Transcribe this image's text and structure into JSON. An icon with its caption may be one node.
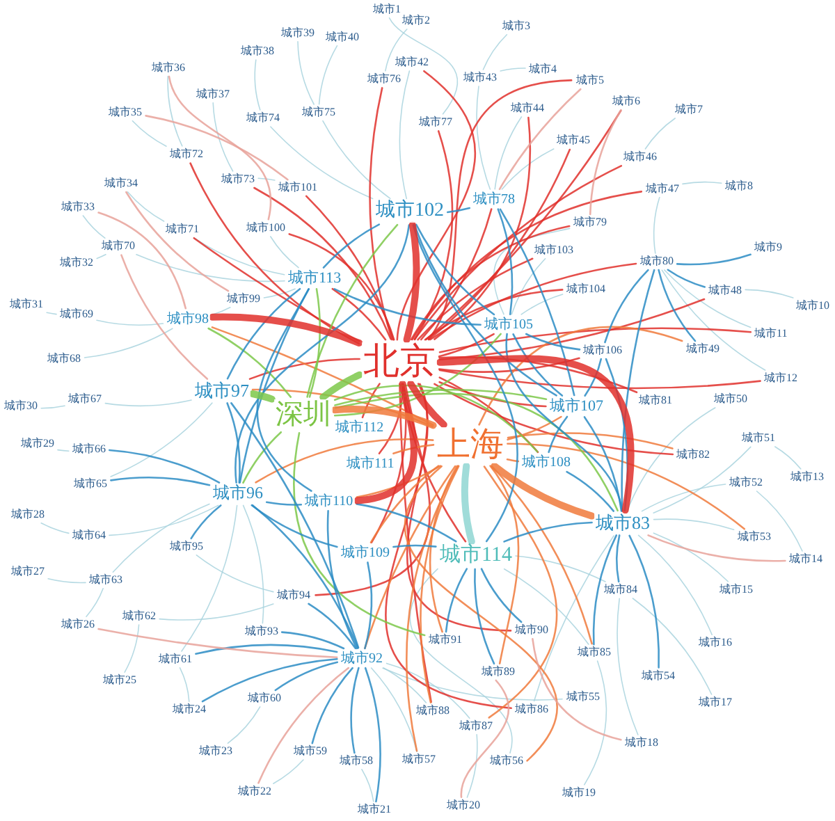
{
  "diagram": {
    "nodes": [
      {
        "text": [
          "北京"
        ]
      },
      {
        "text": [
          "上海"
        ]
      },
      {
        "text": [
          "深圳"
        ]
      },
      {
        "text": [
          "城市1"
        ]
      },
      {
        "text": [
          "城市2"
        ]
      },
      {
        "text": [
          "城市3"
        ]
      },
      {
        "text": [
          "城市4"
        ]
      },
      {
        "text": [
          "城市5"
        ]
      },
      {
        "text": [
          "城市6"
        ]
      },
      {
        "text": [
          "城市7"
        ]
      },
      {
        "text": [
          "城市8"
        ]
      },
      {
        "text": [
          "城市9"
        ]
      },
      {
        "text": [
          "城市10"
        ]
      },
      {
        "text": [
          "城市11"
        ]
      },
      {
        "text": [
          "城市12"
        ]
      },
      {
        "text": [
          "城市13"
        ]
      },
      {
        "text": [
          "城市14"
        ]
      },
      {
        "text": [
          "城市15"
        ]
      },
      {
        "text": [
          "城市16"
        ]
      },
      {
        "text": [
          "城市17"
        ]
      },
      {
        "text": [
          "城市18"
        ]
      },
      {
        "text": [
          "城市19"
        ]
      },
      {
        "text": [
          "城市20"
        ]
      },
      {
        "text": [
          "城市21"
        ]
      },
      {
        "text": [
          "城市22"
        ]
      },
      {
        "text": [
          "城市23"
        ]
      },
      {
        "text": [
          "城市24"
        ]
      },
      {
        "text": [
          "城市25"
        ]
      },
      {
        "text": [
          "城市26"
        ]
      },
      {
        "text": [
          "城市27"
        ]
      },
      {
        "text": [
          "城市28"
        ]
      },
      {
        "text": [
          "城市29"
        ]
      },
      {
        "text": [
          "城市30"
        ]
      },
      {
        "text": [
          "城市31"
        ]
      },
      {
        "text": [
          "城市32"
        ]
      },
      {
        "text": [
          "城市33"
        ]
      },
      {
        "text": [
          "城市34"
        ]
      },
      {
        "text": [
          "城市35"
        ]
      },
      {
        "text": [
          "城市36"
        ]
      },
      {
        "text": [
          "城市37"
        ]
      },
      {
        "text": [
          "城市38"
        ]
      },
      {
        "text": [
          "城市39"
        ]
      },
      {
        "text": [
          "城市40"
        ]
      },
      {
        "text": [
          "城市42"
        ]
      },
      {
        "text": [
          "城市43"
        ]
      },
      {
        "text": [
          "城市44"
        ]
      },
      {
        "text": [
          "城市45"
        ]
      },
      {
        "text": [
          "城市46"
        ]
      },
      {
        "text": [
          "城市47"
        ]
      },
      {
        "text": [
          "城市48"
        ]
      },
      {
        "text": [
          "城市49"
        ]
      },
      {
        "text": [
          "城市50"
        ]
      },
      {
        "text": [
          "城市51"
        ]
      },
      {
        "text": [
          "城市52"
        ]
      },
      {
        "text": [
          "城市53"
        ]
      },
      {
        "text": [
          "城市54"
        ]
      },
      {
        "text": [
          "城市55"
        ]
      },
      {
        "text": [
          "城市56"
        ]
      },
      {
        "text": [
          "城市57"
        ]
      },
      {
        "text": [
          "城市58"
        ]
      },
      {
        "text": [
          "城市59"
        ]
      },
      {
        "text": [
          "城市60"
        ]
      },
      {
        "text": [
          "城市61"
        ]
      },
      {
        "text": [
          "城市62"
        ]
      },
      {
        "text": [
          "城市63"
        ]
      },
      {
        "text": [
          "城市64"
        ]
      },
      {
        "text": [
          "城市65"
        ]
      },
      {
        "text": [
          "城市66"
        ]
      },
      {
        "text": [
          "城市67"
        ]
      },
      {
        "text": [
          "城市68"
        ]
      },
      {
        "text": [
          "城市69"
        ]
      },
      {
        "text": [
          "城市70"
        ]
      },
      {
        "text": [
          "城市71"
        ]
      },
      {
        "text": [
          "城市72"
        ]
      },
      {
        "text": [
          "城市73"
        ]
      },
      {
        "text": [
          "城市74"
        ]
      },
      {
        "text": [
          "城市75"
        ]
      },
      {
        "text": [
          "城市76"
        ]
      },
      {
        "text": [
          "城市77"
        ]
      },
      {
        "text": [
          "城市78"
        ]
      },
      {
        "text": [
          "城市79"
        ]
      },
      {
        "text": [
          "城市80"
        ]
      },
      {
        "text": [
          "城市81"
        ]
      },
      {
        "text": [
          "城市82"
        ]
      },
      {
        "text": [
          "城市83"
        ]
      },
      {
        "text": [
          "城市84"
        ]
      },
      {
        "text": [
          "城市85"
        ]
      },
      {
        "text": [
          "城市86"
        ]
      },
      {
        "text": [
          "城市87"
        ]
      },
      {
        "text": [
          "城市88"
        ]
      },
      {
        "text": [
          "城市89"
        ]
      },
      {
        "text": [
          "城市90"
        ]
      },
      {
        "text": [
          "城市91"
        ]
      },
      {
        "text": [
          "城市92"
        ]
      },
      {
        "text": [
          "城市93"
        ]
      },
      {
        "text": [
          "城市94"
        ]
      },
      {
        "text": [
          "城市95"
        ]
      },
      {
        "text": [
          "城市96"
        ]
      },
      {
        "text": [
          "城市97"
        ]
      },
      {
        "text": [
          "城市98"
        ]
      },
      {
        "text": [
          "城市99"
        ]
      },
      {
        "text": [
          "城市100"
        ]
      },
      {
        "text": [
          "城市101"
        ]
      },
      {
        "text": [
          "城市102"
        ]
      },
      {
        "text": [
          "城市103"
        ]
      },
      {
        "text": [
          "城市104"
        ]
      },
      {
        "text": [
          "城市105"
        ]
      },
      {
        "text": [
          "城市106"
        ]
      },
      {
        "text": [
          "城市107"
        ]
      },
      {
        "text": [
          "城市108"
        ]
      },
      {
        "text": [
          "城市109"
        ]
      },
      {
        "text": [
          "城市110"
        ]
      },
      {
        "text": [
          "城市111"
        ]
      },
      {
        "text": [
          "城市112"
        ]
      },
      {
        "text": [
          "城市113"
        ]
      },
      {
        "text": [
          "城市114"
        ]
      }
    ],
    "edges": [
      {
        "from": 0,
        "to": 1,
        "arrow": "none",
        "style": "thick",
        "color": "#e0302c"
      },
      {
        "from": 0,
        "to": 2,
        "arrow": "none",
        "style": "thick",
        "color": "#7cc84a"
      },
      {
        "from": 0,
        "to": 103,
        "arrow": "none",
        "style": "thick",
        "color": "#e0302c"
      },
      {
        "from": 0,
        "to": 99,
        "arrow": "none",
        "style": "thick",
        "color": "#e0302c"
      },
      {
        "from": 0,
        "to": 111,
        "arrow": "none",
        "style": "thick",
        "color": "#e0302c"
      },
      {
        "from": 0,
        "to": 84,
        "arrow": "none",
        "style": "thick",
        "color": "#e0302c"
      },
      {
        "from": 0,
        "to": 98,
        "arrow": "none",
        "color": "#e0302c"
      },
      {
        "from": 0,
        "to": 114,
        "arrow": "none",
        "color": "#e0302c"
      },
      {
        "from": 0,
        "to": 102,
        "arrow": "none",
        "color": "#e0302c"
      },
      {
        "from": 0,
        "to": 101,
        "arrow": "none",
        "color": "#e0302c"
      },
      {
        "from": 0,
        "to": 79,
        "arrow": "none",
        "color": "#e0302c"
      },
      {
        "from": 0,
        "to": 46,
        "arrow": "none",
        "color": "#e0302c"
      },
      {
        "from": 0,
        "to": 47,
        "arrow": "none",
        "color": "#e0302c"
      },
      {
        "from": 0,
        "to": 48,
        "arrow": "none",
        "color": "#e0302c"
      },
      {
        "from": 0,
        "to": 80,
        "arrow": "none",
        "color": "#e0302c"
      },
      {
        "from": 0,
        "to": 104,
        "arrow": "none",
        "color": "#e0302c"
      },
      {
        "from": 0,
        "to": 105,
        "arrow": "none",
        "color": "#e0302c"
      },
      {
        "from": 0,
        "to": 106,
        "arrow": "none",
        "color": "#e0302c"
      },
      {
        "from": 0,
        "to": 107,
        "arrow": "none",
        "color": "#e0302c"
      },
      {
        "from": 0,
        "to": 108,
        "arrow": "none",
        "color": "#e0302c"
      },
      {
        "from": 0,
        "to": 109,
        "arrow": "none",
        "color": "#e0302c"
      },
      {
        "from": 0,
        "to": 110,
        "arrow": "none",
        "color": "#e0302c"
      },
      {
        "from": 0,
        "to": 95,
        "arrow": "none",
        "color": "#e0302c"
      },
      {
        "from": 0,
        "to": 112,
        "arrow": "none",
        "color": "#e0302c"
      },
      {
        "from": 0,
        "to": 113,
        "arrow": "none",
        "color": "#e0302c"
      },
      {
        "from": 0,
        "to": 115,
        "arrow": "none",
        "color": "#e0302c"
      },
      {
        "from": 0,
        "to": 91,
        "arrow": "none",
        "color": "#e0302c"
      },
      {
        "from": 0,
        "to": 87,
        "arrow": "none",
        "color": "#e0302c"
      },
      {
        "from": 0,
        "to": 89,
        "arrow": "none",
        "color": "#e0302c"
      },
      {
        "from": 0,
        "to": 77,
        "arrow": "none",
        "color": "#e0302c"
      },
      {
        "from": 0,
        "to": 78,
        "arrow": "none",
        "color": "#e0302c"
      },
      {
        "from": 0,
        "to": 43,
        "arrow": "none",
        "color": "#e0302c"
      },
      {
        "from": 0,
        "to": 45,
        "arrow": "none",
        "color": "#e0302c"
      },
      {
        "from": 0,
        "to": 72,
        "arrow": "none",
        "color": "#e0302c"
      },
      {
        "from": 0,
        "to": 74,
        "arrow": "none",
        "color": "#e0302c"
      },
      {
        "from": 0,
        "to": 73,
        "arrow": "none",
        "color": "#e0302c"
      },
      {
        "from": 0,
        "to": 7,
        "arrow": "none",
        "color": "#e0302c"
      },
      {
        "from": 0,
        "to": 8,
        "arrow": "none",
        "color": "#e0302c"
      },
      {
        "from": 0,
        "to": 82,
        "arrow": "none",
        "color": "#e0302c"
      },
      {
        "from": 0,
        "to": 83,
        "arrow": "none",
        "color": "#e0302c"
      },
      {
        "from": 0,
        "to": 14,
        "arrow": "none",
        "color": "#e0302c"
      },
      {
        "from": 0,
        "to": 81,
        "arrow": "none",
        "color": "#e0302c"
      },
      {
        "from": 0,
        "to": 49,
        "arrow": "none",
        "color": "#e0302c"
      },
      {
        "from": 0,
        "to": 13,
        "arrow": "none",
        "color": "#e0302c"
      },
      {
        "from": 1,
        "to": 2,
        "arrow": "none",
        "style": "thick",
        "color": "#f07a3c"
      },
      {
        "from": 1,
        "to": 84,
        "arrow": "none",
        "style": "thick",
        "color": "#f07a3c"
      },
      {
        "from": 1,
        "to": 115,
        "arrow": "none",
        "style": "thick",
        "color": "#8fd6d2"
      },
      {
        "from": 1,
        "to": 97,
        "arrow": "none",
        "color": "#f07a3c"
      },
      {
        "from": 1,
        "to": 98,
        "arrow": "none",
        "color": "#f07a3c"
      },
      {
        "from": 1,
        "to": 109,
        "arrow": "none",
        "color": "#f07a3c"
      },
      {
        "from": 1,
        "to": 108,
        "arrow": "none",
        "color": "#f07a3c"
      },
      {
        "from": 1,
        "to": 110,
        "arrow": "none",
        "color": "#f07a3c"
      },
      {
        "from": 1,
        "to": 111,
        "arrow": "none",
        "color": "#f07a3c"
      },
      {
        "from": 1,
        "to": 112,
        "arrow": "none",
        "color": "#f07a3c"
      },
      {
        "from": 1,
        "to": 99,
        "arrow": "none",
        "color": "#f07a3c"
      },
      {
        "from": 1,
        "to": 93,
        "arrow": "none",
        "color": "#f07a3c"
      },
      {
        "from": 1,
        "to": 90,
        "arrow": "none",
        "color": "#f07a3c"
      },
      {
        "from": 1,
        "to": 88,
        "arrow": "none",
        "color": "#f07a3c"
      },
      {
        "from": 1,
        "to": 57,
        "arrow": "none",
        "color": "#f07a3c"
      },
      {
        "from": 1,
        "to": 58,
        "arrow": "none",
        "color": "#f07a3c"
      },
      {
        "from": 1,
        "to": 89,
        "arrow": "none",
        "color": "#f07a3c"
      },
      {
        "from": 1,
        "to": 92,
        "arrow": "none",
        "color": "#f07a3c"
      },
      {
        "from": 1,
        "to": 86,
        "arrow": "none",
        "color": "#f07a3c"
      },
      {
        "from": 1,
        "to": 54,
        "arrow": "none",
        "color": "#f07a3c"
      },
      {
        "from": 1,
        "to": 83,
        "arrow": "none",
        "color": "#f07a3c"
      },
      {
        "from": 1,
        "to": 50,
        "arrow": "none",
        "color": "#f07a3c"
      },
      {
        "from": 2,
        "to": 98,
        "arrow": "none",
        "style": "thick",
        "color": "#7cc84a"
      },
      {
        "from": 2,
        "to": 103,
        "arrow": "none",
        "color": "#7cc84a"
      },
      {
        "from": 2,
        "to": 114,
        "arrow": "none",
        "color": "#7cc84a"
      },
      {
        "from": 2,
        "to": 84,
        "arrow": "none",
        "color": "#7cc84a"
      },
      {
        "from": 2,
        "to": 108,
        "arrow": "none",
        "color": "#7cc84a"
      },
      {
        "from": 2,
        "to": 109,
        "arrow": "none",
        "color": "#7cc84a"
      },
      {
        "from": 2,
        "to": 92,
        "arrow": "none",
        "color": "#7cc84a"
      },
      {
        "from": 2,
        "to": 106,
        "arrow": "none",
        "color": "#7cc84a"
      },
      {
        "from": 2,
        "to": 97,
        "arrow": "none",
        "color": "#7cc84a"
      },
      {
        "from": 2,
        "to": 99,
        "arrow": "none",
        "color": "#7cc84a"
      },
      {
        "from": 103,
        "to": 114,
        "arrow": "none",
        "color": "#2b8cc4"
      },
      {
        "from": 103,
        "to": 106,
        "arrow": "none",
        "color": "#2b8cc4"
      },
      {
        "from": 103,
        "to": 108,
        "arrow": "none",
        "color": "#2b8cc4"
      },
      {
        "from": 103,
        "to": 115,
        "arrow": "none",
        "color": "#2b8cc4"
      },
      {
        "from": 103,
        "to": 97,
        "arrow": "none",
        "color": "#2b8cc4"
      },
      {
        "from": 103,
        "to": 79,
        "arrow": "none",
        "color": "#2b8cc4"
      },
      {
        "from": 114,
        "to": 98,
        "arrow": "none",
        "color": "#2b8cc4"
      },
      {
        "from": 114,
        "to": 97,
        "arrow": "none",
        "color": "#2b8cc4"
      },
      {
        "from": 114,
        "to": 106,
        "arrow": "none",
        "color": "#2b8cc4"
      },
      {
        "from": 114,
        "to": 111,
        "arrow": "none",
        "color": "#2b8cc4"
      },
      {
        "from": 97,
        "to": 98,
        "arrow": "none",
        "color": "#2b8cc4"
      },
      {
        "from": 97,
        "to": 111,
        "arrow": "none",
        "color": "#2b8cc4"
      },
      {
        "from": 97,
        "to": 93,
        "arrow": "none",
        "color": "#2b8cc4"
      },
      {
        "from": 97,
        "to": 96,
        "arrow": "none",
        "color": "#2b8cc4"
      },
      {
        "from": 97,
        "to": 66,
        "arrow": "none",
        "color": "#2b8cc4"
      },
      {
        "from": 97,
        "to": 67,
        "arrow": "none",
        "color": "#2b8cc4"
      },
      {
        "from": 97,
        "to": 110,
        "arrow": "none",
        "color": "#2b8cc4"
      },
      {
        "from": 93,
        "to": 111,
        "arrow": "none",
        "color": "#2b8cc4"
      },
      {
        "from": 93,
        "to": 110,
        "arrow": "none",
        "color": "#2b8cc4"
      },
      {
        "from": 93,
        "to": 95,
        "arrow": "none",
        "color": "#2b8cc4"
      },
      {
        "from": 93,
        "to": 94,
        "arrow": "none",
        "color": "#2b8cc4"
      },
      {
        "from": 93,
        "to": 61,
        "arrow": "none",
        "color": "#2b8cc4"
      },
      {
        "from": 93,
        "to": 60,
        "arrow": "none",
        "color": "#2b8cc4"
      },
      {
        "from": 93,
        "to": 59,
        "arrow": "none",
        "color": "#2b8cc4"
      },
      {
        "from": 93,
        "to": 23,
        "arrow": "none",
        "color": "#2b8cc4"
      },
      {
        "from": 93,
        "to": 26,
        "arrow": "none",
        "color": "#2b8cc4"
      },
      {
        "from": 93,
        "to": 62,
        "arrow": "none",
        "color": "#2b8cc4"
      },
      {
        "from": 93,
        "to": 98,
        "arrow": "none",
        "color": "#2b8cc4"
      },
      {
        "from": 84,
        "to": 108,
        "arrow": "none",
        "color": "#2b8cc4"
      },
      {
        "from": 84,
        "to": 109,
        "arrow": "none",
        "color": "#2b8cc4"
      },
      {
        "from": 84,
        "to": 115,
        "arrow": "none",
        "color": "#2b8cc4"
      },
      {
        "from": 84,
        "to": 85,
        "arrow": "none",
        "color": "#2b8cc4"
      },
      {
        "from": 84,
        "to": 86,
        "arrow": "none",
        "color": "#2b8cc4"
      },
      {
        "from": 84,
        "to": 81,
        "arrow": "none",
        "color": "#2b8cc4"
      },
      {
        "from": 84,
        "to": 107,
        "arrow": "none",
        "color": "#2b8cc4"
      },
      {
        "from": 84,
        "to": 106,
        "arrow": "none",
        "color": "#2b8cc4"
      },
      {
        "from": 84,
        "to": 55,
        "arrow": "none",
        "color": "#2b8cc4"
      },
      {
        "from": 115,
        "to": 110,
        "arrow": "none",
        "color": "#2b8cc4"
      },
      {
        "from": 115,
        "to": 111,
        "arrow": "none",
        "color": "#2b8cc4"
      },
      {
        "from": 115,
        "to": 92,
        "arrow": "none",
        "color": "#2b8cc4"
      },
      {
        "from": 115,
        "to": 91,
        "arrow": "none",
        "color": "#2b8cc4"
      },
      {
        "from": 115,
        "to": 90,
        "arrow": "none",
        "color": "#2b8cc4"
      },
      {
        "from": 106,
        "to": 108,
        "arrow": "none",
        "color": "#2b8cc4"
      },
      {
        "from": 106,
        "to": 79,
        "arrow": "none",
        "color": "#2b8cc4"
      },
      {
        "from": 106,
        "to": 107,
        "arrow": "none",
        "color": "#2b8cc4"
      },
      {
        "from": 79,
        "to": 108,
        "arrow": "none",
        "color": "#2b8cc4"
      },
      {
        "from": 81,
        "to": 107,
        "arrow": "none",
        "color": "#2b8cc4"
      },
      {
        "from": 81,
        "to": 49,
        "arrow": "none",
        "color": "#2b8cc4"
      },
      {
        "from": 81,
        "to": 50,
        "arrow": "none",
        "color": "#2b8cc4"
      },
      {
        "from": 81,
        "to": 11,
        "arrow": "none",
        "color": "#2b8cc4"
      },
      {
        "from": 108,
        "to": 107,
        "arrow": "none",
        "color": "#2b8cc4"
      },
      {
        "from": 108,
        "to": 109,
        "arrow": "none",
        "color": "#2b8cc4"
      },
      {
        "from": 3,
        "to": 78,
        "arrow": "none"
      },
      {
        "from": 4,
        "to": 77,
        "arrow": "none"
      },
      {
        "from": 5,
        "to": 44,
        "arrow": "none"
      },
      {
        "from": 6,
        "to": 44,
        "arrow": "none"
      },
      {
        "from": 9,
        "to": 47,
        "arrow": "none"
      },
      {
        "from": 10,
        "to": 48,
        "arrow": "none"
      },
      {
        "from": 12,
        "to": 49,
        "arrow": "none"
      },
      {
        "from": 15,
        "to": 52,
        "arrow": "none"
      },
      {
        "from": 16,
        "to": 53,
        "arrow": "none"
      },
      {
        "from": 17,
        "to": 84,
        "arrow": "none"
      },
      {
        "from": 18,
        "to": 84,
        "arrow": "none"
      },
      {
        "from": 19,
        "to": 85,
        "arrow": "none"
      },
      {
        "from": 20,
        "to": 85,
        "arrow": "none"
      },
      {
        "from": 21,
        "to": 86,
        "arrow": "none"
      },
      {
        "from": 22,
        "to": 88,
        "arrow": "none"
      },
      {
        "from": 23,
        "to": 59,
        "arrow": "none"
      },
      {
        "from": 24,
        "to": 60,
        "arrow": "none"
      },
      {
        "from": 25,
        "to": 61,
        "arrow": "none"
      },
      {
        "from": 26,
        "to": 62,
        "arrow": "none"
      },
      {
        "from": 27,
        "to": 63,
        "arrow": "none"
      },
      {
        "from": 28,
        "to": 64,
        "arrow": "none"
      },
      {
        "from": 29,
        "to": 64,
        "arrow": "none"
      },
      {
        "from": 30,
        "to": 65,
        "arrow": "none"
      },
      {
        "from": 31,
        "to": 67,
        "arrow": "none"
      },
      {
        "from": 32,
        "to": 68,
        "arrow": "none"
      },
      {
        "from": 33,
        "to": 70,
        "arrow": "none"
      },
      {
        "from": 34,
        "to": 71,
        "arrow": "none"
      },
      {
        "from": 35,
        "to": 71,
        "arrow": "none"
      },
      {
        "from": 36,
        "to": 72,
        "arrow": "none"
      },
      {
        "from": 37,
        "to": 73,
        "arrow": "none"
      },
      {
        "from": 38,
        "to": 73,
        "arrow": "none"
      },
      {
        "from": 39,
        "to": 74,
        "arrow": "none"
      },
      {
        "from": 40,
        "to": 75,
        "arrow": "none"
      },
      {
        "from": 41,
        "to": 76,
        "arrow": "none"
      },
      {
        "from": 42,
        "to": 76,
        "arrow": "none"
      },
      {
        "from": 102,
        "to": 74,
        "arrow": "none"
      },
      {
        "from": 100,
        "to": 114,
        "arrow": "none"
      },
      {
        "from": 101,
        "to": 114,
        "arrow": "none"
      },
      {
        "from": 99,
        "to": 100,
        "arrow": "none"
      },
      {
        "from": 96,
        "to": 95,
        "arrow": "none"
      },
      {
        "from": 63,
        "to": 95,
        "arrow": "none"
      },
      {
        "from": 65,
        "to": 97,
        "arrow": "none"
      },
      {
        "from": 69,
        "to": 99,
        "arrow": "none"
      },
      {
        "from": 68,
        "to": 98,
        "arrow": "none"
      },
      {
        "from": 75,
        "to": 103,
        "arrow": "none"
      },
      {
        "from": 76,
        "to": 103,
        "arrow": "none"
      },
      {
        "from": 45,
        "to": 79,
        "arrow": "none"
      },
      {
        "from": 44,
        "to": 79,
        "arrow": "none"
      },
      {
        "from": 46,
        "to": 79,
        "arrow": "none"
      },
      {
        "from": 48,
        "to": 81,
        "arrow": "none"
      },
      {
        "from": 51,
        "to": 84,
        "arrow": "none"
      },
      {
        "from": 52,
        "to": 84,
        "arrow": "none"
      },
      {
        "from": 53,
        "to": 84,
        "arrow": "none"
      },
      {
        "from": 54,
        "to": 84,
        "arrow": "none"
      },
      {
        "from": 56,
        "to": 93,
        "arrow": "none"
      },
      {
        "from": 57,
        "to": 115,
        "arrow": "none"
      },
      {
        "from": 58,
        "to": 93,
        "arrow": "none"
      },
      {
        "from": 87,
        "to": 84,
        "arrow": "none"
      },
      {
        "from": 89,
        "to": 93,
        "arrow": "none"
      },
      {
        "from": 88,
        "to": 93,
        "arrow": "none"
      },
      {
        "from": 13,
        "to": 81,
        "arrow": "none"
      },
      {
        "from": 14,
        "to": 81,
        "arrow": "none"
      },
      {
        "from": 43,
        "to": 103,
        "arrow": "none"
      },
      {
        "from": 85,
        "to": 115,
        "arrow": "none"
      },
      {
        "from": 86,
        "to": 115,
        "arrow": "none"
      },
      {
        "from": 94,
        "to": 97,
        "arrow": "none"
      },
      {
        "from": 62,
        "to": 97,
        "arrow": "none"
      },
      {
        "from": 64,
        "to": 97,
        "arrow": "none"
      },
      {
        "from": 66,
        "to": 98,
        "arrow": "none"
      },
      {
        "from": 70,
        "to": 99,
        "arrow": "none"
      },
      {
        "from": 71,
        "to": 114,
        "arrow": "none"
      },
      {
        "from": 72,
        "to": 114,
        "arrow": "none"
      },
      {
        "from": 80,
        "to": 106,
        "arrow": "none"
      },
      {
        "from": 104,
        "to": 106,
        "arrow": "none"
      },
      {
        "from": 105,
        "to": 106,
        "arrow": "none"
      },
      {
        "from": 35,
        "to": 99,
        "arrow": "none",
        "color": "#e8a29a"
      },
      {
        "from": 36,
        "to": 100,
        "arrow": "none",
        "color": "#e8a29a"
      },
      {
        "from": 71,
        "to": 98,
        "arrow": "none",
        "color": "#e8a29a"
      },
      {
        "from": 37,
        "to": 102,
        "arrow": "none",
        "color": "#e8a29a"
      },
      {
        "from": 38,
        "to": 101,
        "arrow": "none",
        "color": "#e8a29a"
      },
      {
        "from": 28,
        "to": 93,
        "arrow": "none",
        "color": "#e8a29a"
      },
      {
        "from": 7,
        "to": 79,
        "arrow": "none",
        "color": "#e8a29a"
      },
      {
        "from": 8,
        "to": 80,
        "arrow": "none",
        "color": "#e8a29a"
      },
      {
        "from": 16,
        "to": 84,
        "arrow": "none",
        "color": "#e8a29a"
      },
      {
        "from": 20,
        "to": 91,
        "arrow": "none",
        "color": "#e8a29a"
      },
      {
        "from": 22,
        "to": 90,
        "arrow": "none",
        "color": "#e8a29a"
      },
      {
        "from": 24,
        "to": 93,
        "arrow": "none",
        "color": "#e8a29a"
      }
    ]
  }
}
